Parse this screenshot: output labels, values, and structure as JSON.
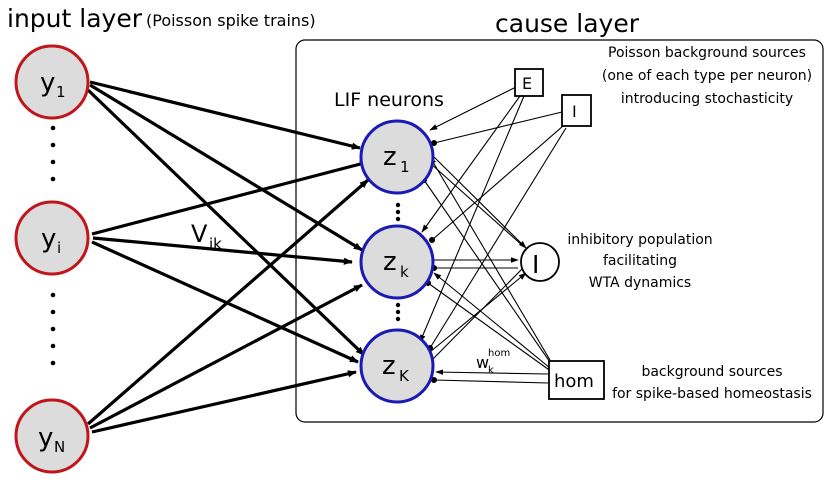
{
  "titles": {
    "input_layer": "input layer",
    "input_layer_note": "(Poisson spike trains)",
    "cause_layer": "cause layer"
  },
  "input_neurons": {
    "y1": {
      "base": "y",
      "sub": "1"
    },
    "yi": {
      "base": "y",
      "sub": "i"
    },
    "yN": {
      "base": "y",
      "sub": "N"
    }
  },
  "cause_neurons": {
    "z1": {
      "base": "z",
      "sub": "1"
    },
    "zk": {
      "base": "z",
      "sub": "k"
    },
    "zK": {
      "base": "z",
      "sub": "K"
    }
  },
  "labels": {
    "lif_neurons": "LIF neurons",
    "weight_base": "V",
    "weight_sub": "ik",
    "hom_weight_base": "w",
    "hom_weight_sub": "k",
    "hom_weight_sup": "hom",
    "excitatory_box": "E",
    "inhibitory_box": "I",
    "inhibitory_population": "I",
    "hom_box": "hom"
  },
  "annotations": {
    "poisson_background": [
      "Poisson background sources",
      "(one of each type per neuron)",
      "introducing stochasticity"
    ],
    "inhibitory_population": [
      "inhibitory population",
      "facilitating",
      "WTA dynamics"
    ],
    "homeostasis": [
      "background sources",
      "for spike-based homeostasis"
    ]
  },
  "colors": {
    "input_border": "#c0161b",
    "cause_border": "#1a1ab4",
    "neuron_fill": "#dcdcdc",
    "line": "#000000"
  }
}
